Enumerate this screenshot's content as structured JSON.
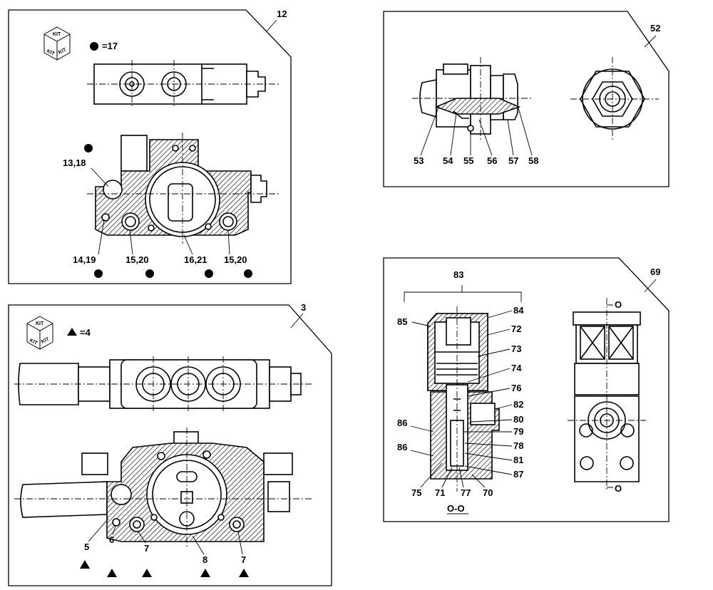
{
  "kit_icon": {
    "faces": [
      "KIT",
      "KIT",
      "KIT"
    ]
  },
  "panel_12": {
    "ref": "12",
    "kit_eq": "=17",
    "labels": {
      "l13_18": "13,18",
      "l14_19": "14,19",
      "l15_20a": "15,20",
      "l16_21": "16,21",
      "l15_20b": "15,20"
    }
  },
  "panel_3": {
    "ref": "3",
    "kit_eq": "=4",
    "labels": {
      "l5": "5",
      "l6": "6",
      "l7a": "7",
      "l8": "8",
      "l7b": "7"
    }
  },
  "panel_52": {
    "ref": "52",
    "labels": {
      "l53": "53",
      "l54": "54",
      "l55": "55",
      "l56": "56",
      "l57": "57",
      "l58": "58"
    }
  },
  "panel_69": {
    "ref": "69",
    "labels": {
      "l83": "83",
      "l84": "84",
      "l85": "85",
      "l72": "72",
      "l73": "73",
      "l74": "74",
      "l76": "76",
      "l82": "82",
      "l80": "80",
      "l79": "79",
      "l86a": "86",
      "l86b": "86",
      "l78": "78",
      "l81": "81",
      "l87": "87",
      "l75": "75",
      "l71": "71",
      "l77": "77",
      "l70": "70"
    },
    "section": "O-O",
    "section_mark_top": "O",
    "section_mark_bottom": "O"
  }
}
